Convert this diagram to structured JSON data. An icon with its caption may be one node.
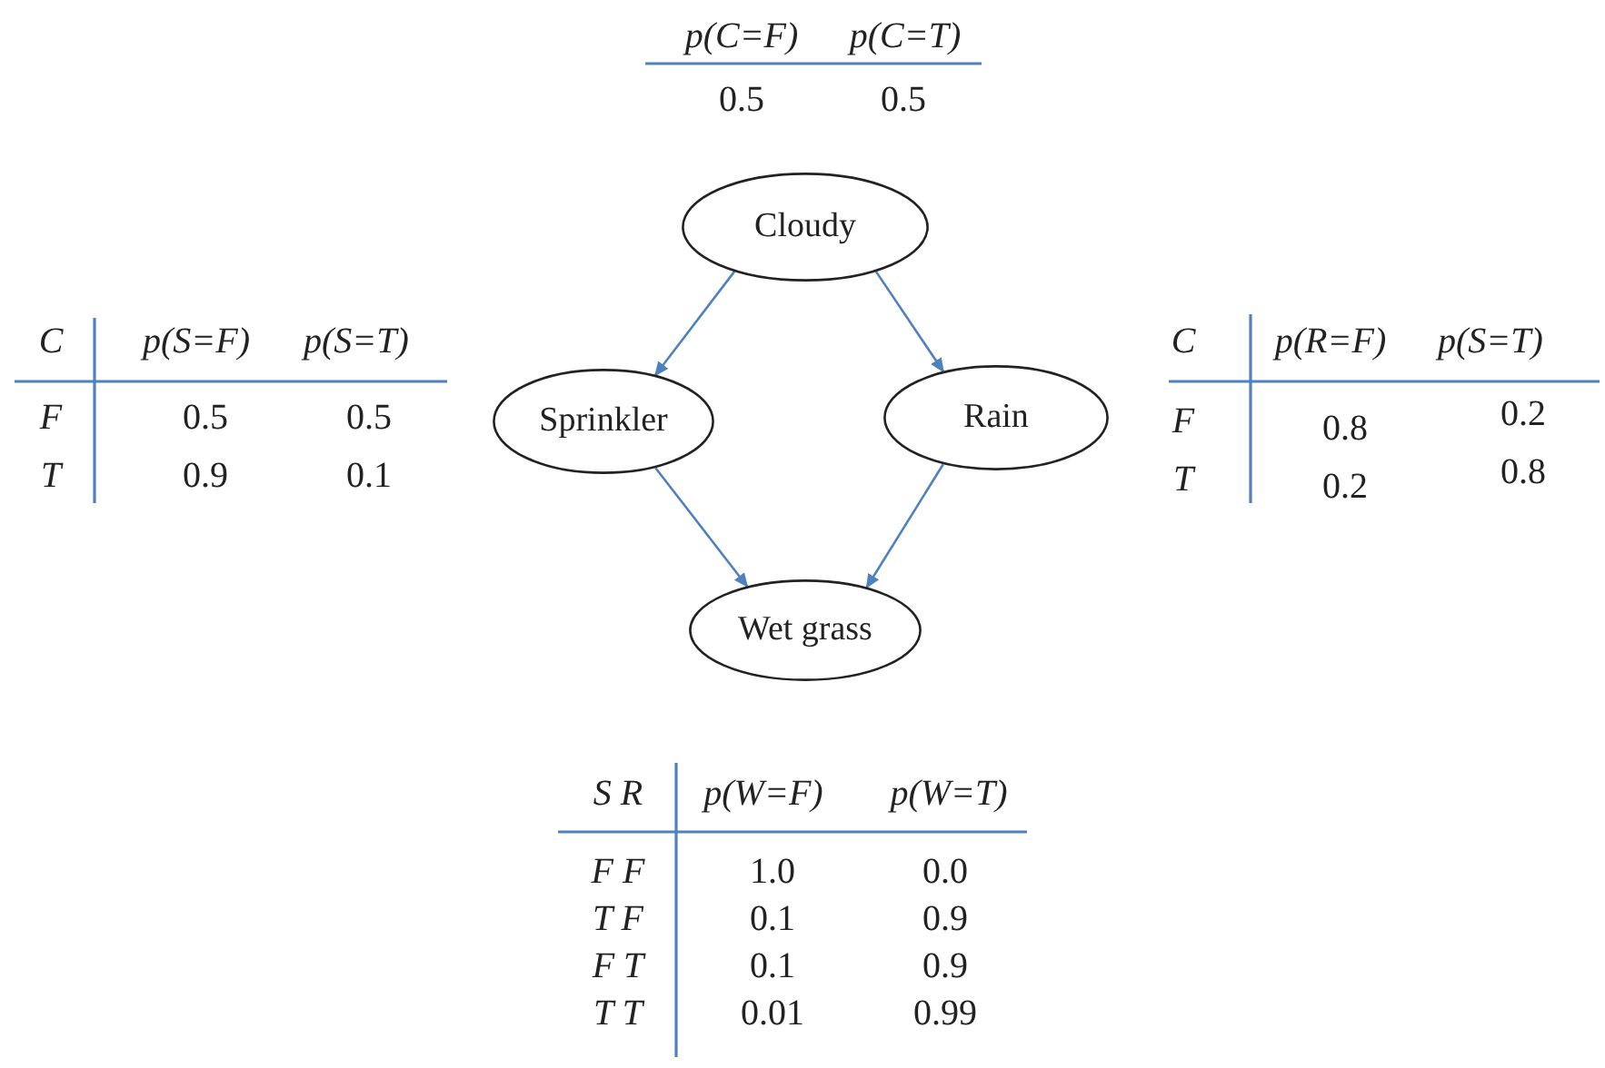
{
  "diagram": {
    "nodes": [
      {
        "text": [
          "Cloudy"
        ]
      },
      {
        "text": [
          "Sprinkler"
        ]
      },
      {
        "text": [
          "Rain"
        ]
      },
      {
        "text": [
          "Wet grass"
        ]
      }
    ],
    "edges": [
      {
        "from": 0,
        "to": 1,
        "arrow": "to"
      },
      {
        "from": 0,
        "to": 2,
        "arrow": "to"
      },
      {
        "from": 1,
        "to": 3,
        "arrow": "to"
      },
      {
        "from": 2,
        "to": 3,
        "arrow": "to"
      }
    ],
    "labels": [
      "p(C=F)",
      "p(C=T)",
      "0.5",
      "0.5",
      "C",
      "p(S=F)",
      "p(S=T)",
      "F",
      "0.5",
      "0.5",
      "T",
      "0.9",
      "0.1",
      "C",
      "p(R=F)",
      "p(S=T)",
      "F",
      "0.8",
      "0.2",
      "T",
      "0.2",
      "0.8",
      "S R",
      "p(W=F)",
      "p(W=T)",
      "F F",
      "1.0",
      "0.0",
      "T F",
      "0.1",
      "0.9",
      "F T",
      "0.1",
      "0.9",
      "T T",
      "0.01",
      "0.99"
    ]
  }
}
